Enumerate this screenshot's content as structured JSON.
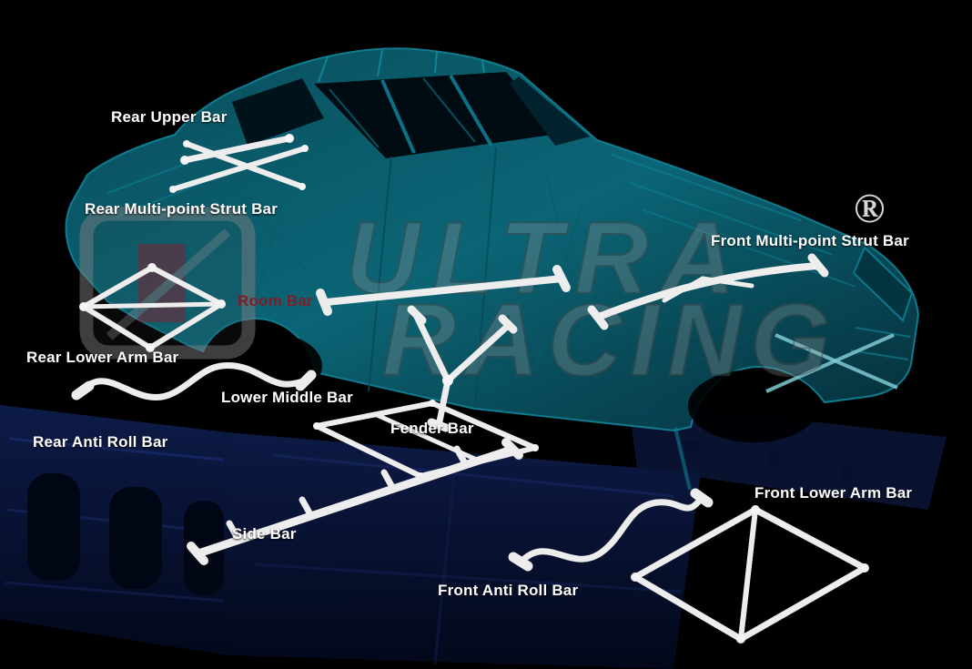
{
  "labels": {
    "rear_upper_bar": "Rear Upper Bar",
    "rear_multi_point_strut_bar": "Rear Multi-point Strut Bar",
    "front_multi_point_strut_bar": "Front Multi-point Strut Bar",
    "room_bar": "Room Bar",
    "rear_lower_arm_bar": "Rear Lower Arm Bar",
    "lower_middle_bar": "Lower Middle Bar",
    "rear_anti_roll_bar": "Rear Anti Roll Bar",
    "fender_bar": "Fender Bar",
    "side_bar": "Side Bar",
    "front_anti_roll_bar": "Front Anti Roll Bar",
    "front_lower_arm_bar": "Front Lower Arm Bar"
  },
  "watermark": {
    "line1": "ULTRA",
    "line2": "RACING",
    "registered": "®"
  },
  "colors": {
    "background": "#000000",
    "label_text": "#ffffff",
    "room_bar_label": "#7d1e26",
    "chassis_teal": "#0c6e80",
    "frame_navy": "#0a1638",
    "bar_white": "#ededed",
    "watermark_gray": "#9a9a9a",
    "watermark_red": "#9c1420"
  }
}
